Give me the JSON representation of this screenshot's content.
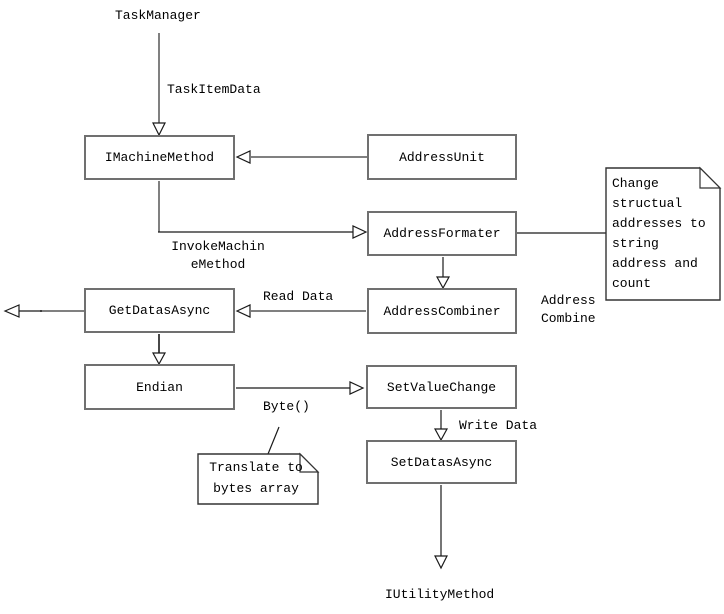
{
  "nodes": {
    "task_manager": "TaskManager",
    "imachine_method": "IMachineMethod",
    "address_unit": "AddressUnit",
    "address_formater": "AddressFormater",
    "address_combiner": "AddressCombiner",
    "get_datas_async": "GetDatasAsync",
    "endian": "Endian",
    "set_value_change": "SetValueChange",
    "set_datas_async": "SetDatasAsync",
    "iutility_method": "IUtilityMethod"
  },
  "edge_labels": {
    "task_item_data": "TaskItemData",
    "invoke_machine_method": [
      "InvokeMachin",
      "eMethod"
    ],
    "read_data": "Read Data",
    "address_combine": [
      "Address",
      "Combine"
    ],
    "byte": "Byte()",
    "write_data": "Write Data"
  },
  "notes": {
    "change_structural": [
      "Change",
      "structual",
      "addresses to",
      "string",
      "address and",
      "count"
    ],
    "translate_bytes": [
      "Translate to",
      "bytes array"
    ]
  },
  "colors": {
    "connector_gray": "#808080",
    "connector_black": "#1a1a1a",
    "box_border": "#707070",
    "text": "#000000",
    "canvas_background": "#ffffff"
  }
}
